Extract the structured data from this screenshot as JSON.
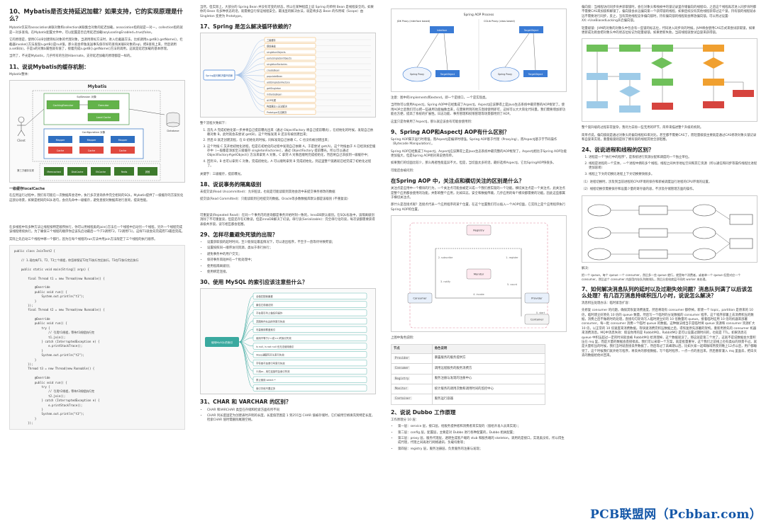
{
  "page1": {
    "q10_title": "10、Mybatis是否支持延迟加载？如果支持，它的实现原理是什么？",
    "q10_p1": "Mybatis仅支持association关联对象和collection关联集合对象的延迟加载，association指的就是一对一，collection指的就是一对多查询。在Mybatis配置文件中，可以配置是否启用延迟加载lazyLoadingEnabled=true|false。",
    "q10_p2": "它的原理是，使用CGLIB创建目标对象的代理对象，当调用目标方法时，进入拦截器方法，比如调用a.getB().getName()，拦截器invoke()方法发现a.getB()是null值，那么就会单独发送事先保存好的查询关联B对象的sql，把B查询上来，然后调用a.setB(b)，于是a的对象b属性就有值了，接着完成a.getB().getName()方法的调用。这就是延迟加载的基本原理。",
    "q10_p3": "当然了，不光是Mybatis，几乎所有的包括Hibernate，支持延迟加载的原理都是一样的。",
    "q11_title": "11、说说Mybatis的缓存机制：",
    "q11_label": "Mybatis整体：",
    "fig_title": "Mybatis",
    "fig_client": "Client",
    "fig_session": "SqlSession 对象",
    "fig_executor": "Executor",
    "fig_caching": "CachingExecutor",
    "fig_local": "Local Cache",
    "fig_config": "Configuration 对象",
    "fig_mapper": "Mapper",
    "fig_cache": "Cache",
    "fig_database": "Database",
    "fig_bottom": [
      "Memcached",
      "DiskCache",
      "EhCache",
      "Redis",
      "其他"
    ],
    "fig_bottom_title": "第三方缓存实现",
    "cache_title": "一级缓存localCache",
    "cache_p1": "在应用运行过程中，我们有可能在一次数据库会话中，执行多次查询条件完全相同的SQL，Mybatis提供了一级缓存的方案优化这部分场景，如果是相同的SQL语句，会优先命中一级缓存，避免直接对数据库进行查询，提高性能。",
    "join_p1": "在多线程中有多种方法让线程按特定顺序执行，你可以用线程类的join()方法在一个线程中启动另一个线程，另外一个线程完成该线程继续执行。为了确保三个线程的顺序你应该先启动最后一个(T3调用T2，T2调用T1)，这样T1就会先完成而T3最后完成。",
    "join_p2": "实际上先启动三个线程中哪一个都行，因为在每个线程的run方法中用join方法限定了三个线程的执行顺序。",
    "code": "public class JoinTest2 {\n\n    // 1.现在有T1、T2、T3三个线程，你怎样保证T2在T1执行完后执行，T3在T2执行完后执行\n\n    public static void main(String[] args) {\n\n        final Thread t1 = new Thread(new Runnable() {\n\n            @Override\n            public void run() {\n                System.out.println(\"t1\");\n            }\n        });\n        final Thread t2 = new Thread(new Runnable() {\n\n            @Override\n            public void run() {\n                try {\n                    // 引用t1线程，等待t1线程执行完\n                    t1.join();\n                } catch (InterruptedException e) {\n                    e.printStackTrace();\n                }\n                System.out.println(\"t2\");\n            }\n        });\n        Thread t3 = new Thread(new Runnable() {\n\n            @Override\n            public void run() {\n                try {\n                    // 引用t2线程，等待t2线程执行完\n                    t2.join();\n                } catch (InterruptedException e) {\n                    e.printStackTrace();\n                }\n                System.out.println(\"t3\");\n            }\n        });"
  },
  "page2": {
    "p0": "当然，但实际上，大部分的 Spring Bean 并没有可变的状态，所以在某种程度上说 Spring 的单例 Bean 是线程安全的。如果你的 Bean 有多种状态的话，就需要自行保证线程安全。最浅显的解决办法，就是将多态 Bean 的作用域（Scope）由 Singleton 变更为 Prototype。",
    "q17_title": "17、Spring 是怎么解决循环依赖的？",
    "mindmap_center": "Spring如何解决循环依赖",
    "mindmap_nodes": [
      "三级缓存",
      "提前暴露",
      "singletonObjects",
      "earlySingletonObjects",
      "singletonFactories",
      "createBean",
      "populateBean",
      "addSingletonFactory",
      "getSingleton",
      "initializeBean",
      "AOP代理",
      "构造器注入无法解决",
      "Prototype无法解决"
    ],
    "steps_intro": "整个流程大致如下：",
    "steps": [
      "首先 A 完成初始化第一步并将自己提前曝光出来（通过 ObjectFactory 将自己提前曝光），在初始化的时候，发现自己依赖对象 B，此时就会去尝试 get(B)，这个时候发现 B 还没有被创建出来；",
      "然后 B 就走创建流程，在 B 初始化的时候，同样发现自己依赖 C，C 也没有被创建出来；",
      "这个时候 C 又开始初始化进程，但是在初始化的过程中发现自己依赖 A，于是尝试 get(A)，这个时候由于 A 已经添加至缓存中（一般都是添加至三级缓存 singletonFactories），通过 ObjectFactory 提前曝光，所以可以通过 ObjectFactory#getObject() 方法来拿到 A 对象，C 拿到 A 对象后顺利完成初始化，然后将自己添加到一级缓存中；",
      "回到 B，B 也可以拿到 C 对象，完成初始化，A 可以顺利拿到 B 完成初始化。到这里整个链路就已经完成了初始化过程了。"
    ],
    "keyword": "关键字：三级缓存，提前曝光。",
    "q18_title": "18、说说事务的隔离级别",
    "q18_p1": "未提交读(Read Uncommitted)：允许脏读，也就是可能读取到其他会话中未提交事务修改的数据",
    "q18_p2": "提交读(Read Committed)：只能读取到已经提交的数据。Oracle等多数数据库默认都是该级别 (不重复读)",
    "q18_p3": "可重复读(Repeated Read)：在同一个事务内的查询都是事务开始时刻一致的，InnoDB默认级别。在SQL标准中，该隔离级别消除了不可重复读，但是还存在幻象读，但是innoDB解决了幻读。串行读(Serializable)：完全串行化的读，每次读都需要获得表级共享锁，读写相互都会阻塞。",
    "q29_title": "29、怎样尽量避免死锁的出现？",
    "q29_list": [
      "设置获取锁的超时时间，至少能保证最差情况下，可以退出程序，不至于一直等待导致死锁；",
      "设置按照同一顺序访问资源，类似于串行执行；",
      "避免事务中的用户交叉；",
      "保持事务简短并在一个批处理中；",
      "使用低隔离级别；",
      "使用绑定连接。"
    ],
    "q30_title": "30、使用 MySQL 的索引应该注意些什么？",
    "mysql_center": "使用MySQL的索引",
    "mysql_items": [
      "全值匹配我最爱",
      "最佳左前缀法则",
      "不在索引列上做任何操作",
      "范围条件右边的列索引失效",
      "尽量使用覆盖索引",
      "使用不等于(!=或<>)时索引失效",
      "is null, is not null 也无法使用索引",
      "like以通配符开头索引失效",
      "字符串不加单引号索引失效",
      "少用or，用它连接时会索引失效",
      "禁止使用 select *",
      "索引字段不要过多"
    ],
    "q31_title": "31、CHAR 和 VARCHAR 的区别？",
    "q31_list": [
      "CHAR 和VARCHAR 类型在存储和检索方面有所不同",
      "CHAR 列长度固定为创建表时声明的长度，长度值范围是 1 到255当 CHAR 值被存储时，它们被用空格填充到特定长度，检索CHAR 值时需删除尾随空格。"
    ]
  },
  "page3": {
    "fig_title": "Spring AOP Process",
    "fig_left": "JDK Proxy (interface based)",
    "fig_right": "CGLib Proxy (class based)",
    "fig_labels": [
      "Interface",
      "TargetObject",
      "Spring Proxy",
      "TargetObject"
    ],
    "note1": "注意：图中的implements和extend。即一个是接口，一个是实现类。",
    "note2": "当然你可以使用AspectJ，Spring AOP中已经集成了AspectJ，AspectJ应该算得上是Java生态系统中最完整的AOP框架了。使用AOP之后我们可以把一些通用功能抽象出来，在需要用到的地方直接使用即可，这样可以大大简化代码量。我们需要增加新功能也方便，提高了系统的扩展性。日志功能、事务管理和权限管理等场景都用到了AOP。",
    "note3": "这里只是你要用了AspectJ，那么就应该会有可能会使用到：",
    "q9_title": "9、Spring AOP和AspectJ AOP有什么区别？",
    "q9_p1": "Spring AOP属于运行时增强，而AspectJ是编译时增强。Spring AOP基于代理（Proxying），而AspectJ基于字节码操作（Bytecode Manipulation）。",
    "q9_p2": "Spring AOP已经集成了AspectJ，AspectJ应该算得上是Java生态系统中最完整的AOP框架了。AspectJ相比于Spring AOP功能更加强大，但是Spring AOP相对来说更简单。",
    "q9_p3": "如果我们的切面比较少，那么两者性能差异不大。但是，当切面太多的话，最好选择AspectJ，它比SpringAOP快很多。",
    "q9_p4": "可能还会被问到：",
    "qaop_title": "在Spring AOP 中，关注点和横切关注的区别是什么？",
    "qaop_p1": "关注点是应用中一个模块的行为，一个关注点可能会被定义成一个我们想实现的一个功能。横切关注点是一个关注点，此关注点是整个应用都会使用的功能，并影响整个应用，比如日志，安全和数据传输，几乎应用的每个模块都需要的功能。因此这些都属于横切关注点。",
    "qaop_p2": "那什么是连接点呢？连接点代表一个应用程序的某个位置，在这个位置我们可以插入一个AOP切面，它实际上是个应用程序执行Spring AOP的位置。",
    "dubbo_nodes": [
      "Registry",
      "Monitor",
      "Consumer",
      "Provider",
      "Container"
    ],
    "dubbo_edges": [
      "0. start",
      "1. register",
      "2. subscribe",
      "3. notify",
      "4. invoke",
      "5. count"
    ],
    "table_label": "上图中角色说明：",
    "table_headers": [
      "节点",
      "角色说明"
    ],
    "table_rows": [
      [
        "Provider",
        "暴露服务的服务提供方"
      ],
      [
        "Consumer",
        "调用远程服务的服务消费方"
      ],
      [
        "Registry",
        "服务注册与发现的注册中心"
      ],
      [
        "Monitor",
        "统计服务的调用次数和调用时间的监控中心"
      ],
      [
        "Container",
        "服务运行容器"
      ]
    ],
    "q2_title": "2、说说 Dubbo 工作原理",
    "q2_intro": "工作原理分 10 层：",
    "q2_list": [
      "第一层：service 层，接口层，给服务提供者和消费者来实现的（留给开发人员来实现）；",
      "第二层：config 层，配置层，主要是对 Dubbo 进行各种配置的，Dubbo 相关配置；",
      "第三层：proxy 层，服务代理层，透明生成客户端的 stub 和服务端的 skeleton，调用的是接口，实现类没有，所以得生成代理，代理之间再进行网络通讯、负载均衡等；",
      "第四层：registry 层，服务注册层，负责服务的注册与发现；"
    ]
  },
  "page4": {
    "p1": "偏向锁：当线程访问同步块并获取锁时，会在对象头和栈帧中的锁记录里存储偏向的线程ID，之后这个线程再次进入同步块时都不需要CAS来加锁和解锁了，偏向锁会永远偏向第一个获得锁的线程，如果后续没有其他线程获得过这个锁，持有锁的线程就永远不需要进行同步，反之，当有其他线程竞争偏向锁时，持有偏向锁的线程就会释放偏向锁。可以用过设置-XX:+UseBiasedLocking开启偏向锁。",
    "p2": "轻量级锁：JVM的对象的对象头中包含有一些锁的标志位，代码进入同步块的时候，JVM将会使用CAS方式来尝试获取锁，如果更新成功则会把对象头中的状态位标记为轻量级锁，如果更新失败，当前线程就尝试自旋来获得锁。",
    "p3": "整个锁升级的过程非常复杂，我尽力去除一些无用的环节，简单来描述整个升级的机制。",
    "p4": "简单点说，偏向锁就是通过对象头的偏向线程ID来对比，甚至都不需要CAS了，而轻量级锁主要就是通过CAS修改对象头锁记录和自旋来实现，重量级锁则是除了拥有锁的线程其他全部阻塞。",
    "q24_title": "24、说说进程和线程的区别？",
    "q24_list": [
      "进程是一个\"执行中的程序\"，是系统进行资源分配和调度的一个独立单位。",
      "线程是进程的一个实体，一个进程中拥有多个线程，线程之间共享地址空间和其它资源（所以通信和同步等操作线程比进程更加容易）",
      "线程上下文的切换比进程上下文切换要快很多。"
    ],
    "q24_notes": [
      "（1）进程切换时，涉及到当前进程的CPU环境的保存和新被调度运行进程的CPU环境的设置。",
      "（2）线程切换仅需要保存和设置少量的寄存器内容，不涉及存储管理方面的操作。"
    ],
    "fig_jie": "解决：",
    "fig_jie_text": "把一个 queue，每个 queue 一个 consumer，然后多一些 queue 就行，就是每个消费者，或者单一个 queue 但是对应一个 consumer，然后这个 consumer 内部用内存队列做排队，然后分发给底层不同的 worker 来处理。",
    "q7_title": "7、如何解决消息队列的延时以及过期失效问题？消息队列满了以后该怎么处理？有几百万消息持续积压几小时，说说怎么解决？",
    "q7_p1": "消息积压处理办法：临时紧急扩容：",
    "q7_p2": "先修复 consumer 的问题，确保其恢复消费速度，然后将现有 consumer 都停掉。新建一个 topic，partition 是原来的 10 倍，临时建立好原先 10 倍的 queue 数量。然后写一个临时的分发数据的 consumer 程序，这个程序部署上去消费积压的数据，消费之后不做耗时的处理，直接均匀轮询写入临时建立好的 10 倍数量的 queue。接着临时征用 10 倍的机器来部署 consumer，每一批 consumer 消费一个临时 queue 的数据。这种做法相当于是临时将 queue 资源和 consumer 资源扩大 10 倍，以正常的 10 倍速度来消费数据。等快速消费完积压数据之后，得恢复原先部署的架构，重新用原先的 consumer 机器来消费消息。MQ中消息失效：假设你用的是 RabbitMQ，RabbitMQ 是可以设置过期时间的，也就是 TTL。如果消息在 queue 中积压超过一定的时间就会被 RabbitMQ 给清理掉，这个数据就没了。那这就是第二个坑了。这就不是说数据会大量积压在 mq 里，而是大量的数据会直接搞丢。我们可以采取一个方案，就是批量重导，这个我们之前线上也有类似的场景干过。就是大量积压的时候，我们当时就直接丢弃数据了，然后等过了高峰期以后，比如大家一起喝咖啡熬夜到晚上12点以后，用户都睡觉了。这个时候我们就开始写程序，将丢失的那批数据，写个临时程序，一点一点的查出来，然后重新灌入 mq 里面去，把白天丢的数据给他补回来。"
  },
  "watermark": "PCB联盟网（Pcbbar.com）"
}
